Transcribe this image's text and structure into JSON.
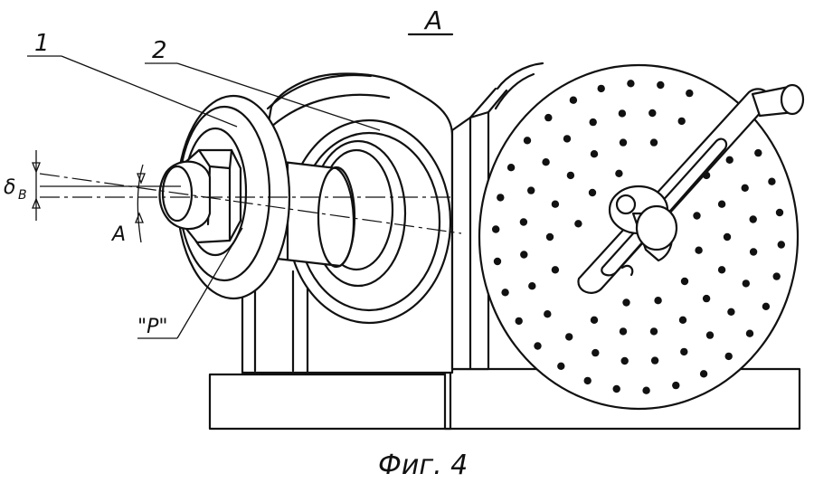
{
  "labels": {
    "view": "A",
    "part1": "1",
    "part2": "2",
    "delta": "δ",
    "delta_sub": "B",
    "angle": "A",
    "point": "\"P\""
  },
  "caption": "Фиг. 4"
}
